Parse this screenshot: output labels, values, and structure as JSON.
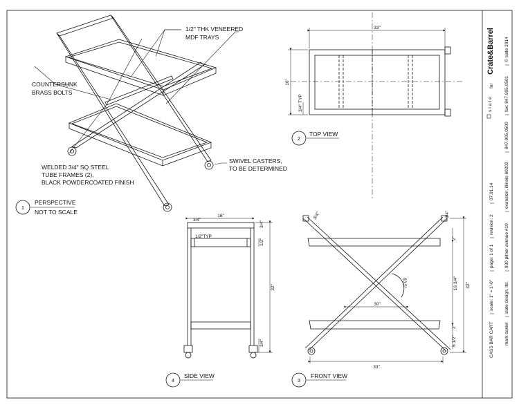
{
  "notes": {
    "trays": [
      "1/2\" THK VENEERED",
      "MDF TRAYS"
    ],
    "bolts": [
      "COUNTERSUNK",
      "BRASS BOLTS"
    ],
    "frames": [
      "WELDED 3/4\" SQ STEEL",
      "TUBE FRAMES (2),",
      "BLACK POWDERCOATED FINISH"
    ],
    "casters": [
      "SWIVEL CASTERS,",
      "TO BE DETERMINED"
    ]
  },
  "views": {
    "perspective": {
      "number": "1",
      "title": "PERSPECTIVE",
      "subtitle": "NOT TO SCALE"
    },
    "top": {
      "number": "2",
      "title": "TOP VIEW"
    },
    "front": {
      "number": "3",
      "title": "FRONT VIEW"
    },
    "side": {
      "number": "4",
      "title": "SIDE VIEW"
    }
  },
  "dimensions": {
    "top_width": "33\"",
    "top_depth": "16\"",
    "top_typ": "3/4\" TYP",
    "side_width": "16\"",
    "side_34_left": "3/4\"",
    "side_34_right": "3/4\"",
    "side_half_typ": "1/2\"TYP",
    "side_half": "1/2\"",
    "side_height": "32\"",
    "side_34_bottom": "3/4\"",
    "front_34_left": "3/4\"",
    "front_34_right": "3/4\"",
    "front_2": "2\"",
    "front_angle": "63.5°",
    "front_30": "30\"",
    "front_16": "16 3/4\"",
    "front_32": "32\"",
    "front_2b": "2\"",
    "front_6": "6 1/2\"",
    "front_33": "33\""
  },
  "title_block": {
    "brand": "Crate&Barrel",
    "for": "for",
    "studio": "slate",
    "fax": "fax:  847.905.0501",
    "phone": "847.905.0500",
    "copyright": "© slate 2014",
    "address_city": "evanston, illinois  60202",
    "address_street": "930 pitner avenue #10",
    "company": "slate design, ltd.",
    "author": "mark daniel",
    "revision": "revision:  2",
    "date": "07.01.14",
    "page": "page:  1 of 1",
    "scale": "scale:  1\" = 1'-0\"",
    "project": "CASS BAR CART"
  }
}
